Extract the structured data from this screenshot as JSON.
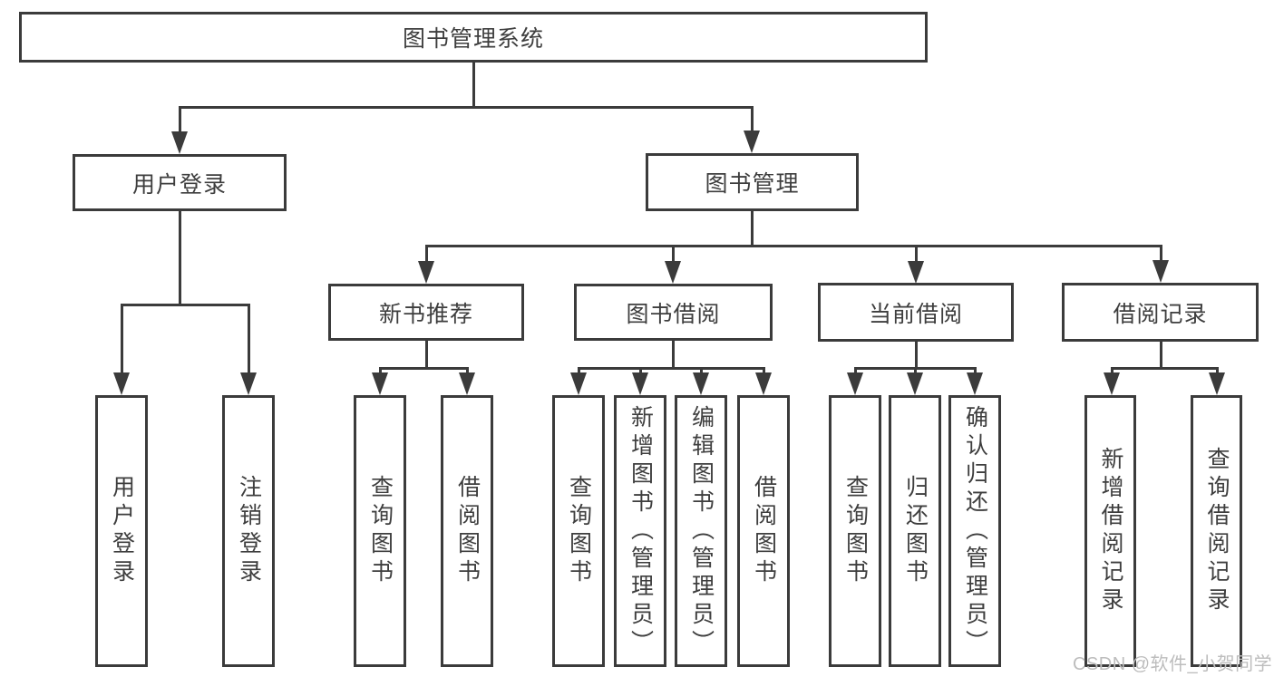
{
  "diagram": {
    "title": "图书管理系统",
    "branches": [
      {
        "label": "用户登录",
        "leaves": [
          "用户登录",
          "注销登录"
        ]
      },
      {
        "label": "图书管理",
        "groups": [
          {
            "label": "新书推荐",
            "leaves": [
              "查询图书",
              "借阅图书"
            ]
          },
          {
            "label": "图书借阅",
            "leaves": [
              "查询图书",
              "新增图书（管理员）",
              "编辑图书（管理员）",
              "借阅图书"
            ]
          },
          {
            "label": "当前借阅",
            "leaves": [
              "查询图书",
              "归还图书",
              "确认归还（管理员）"
            ]
          },
          {
            "label": "借阅记录",
            "leaves": [
              "新增借阅记录",
              "查询借阅记录"
            ]
          }
        ]
      }
    ]
  },
  "watermark": {
    "text": "CSDN @软件_小贺同学"
  },
  "colors": {
    "line": "#3b3b3b",
    "text": "#3e3e3e",
    "watermark": "#bdbdbd",
    "background": "#ffffff"
  }
}
